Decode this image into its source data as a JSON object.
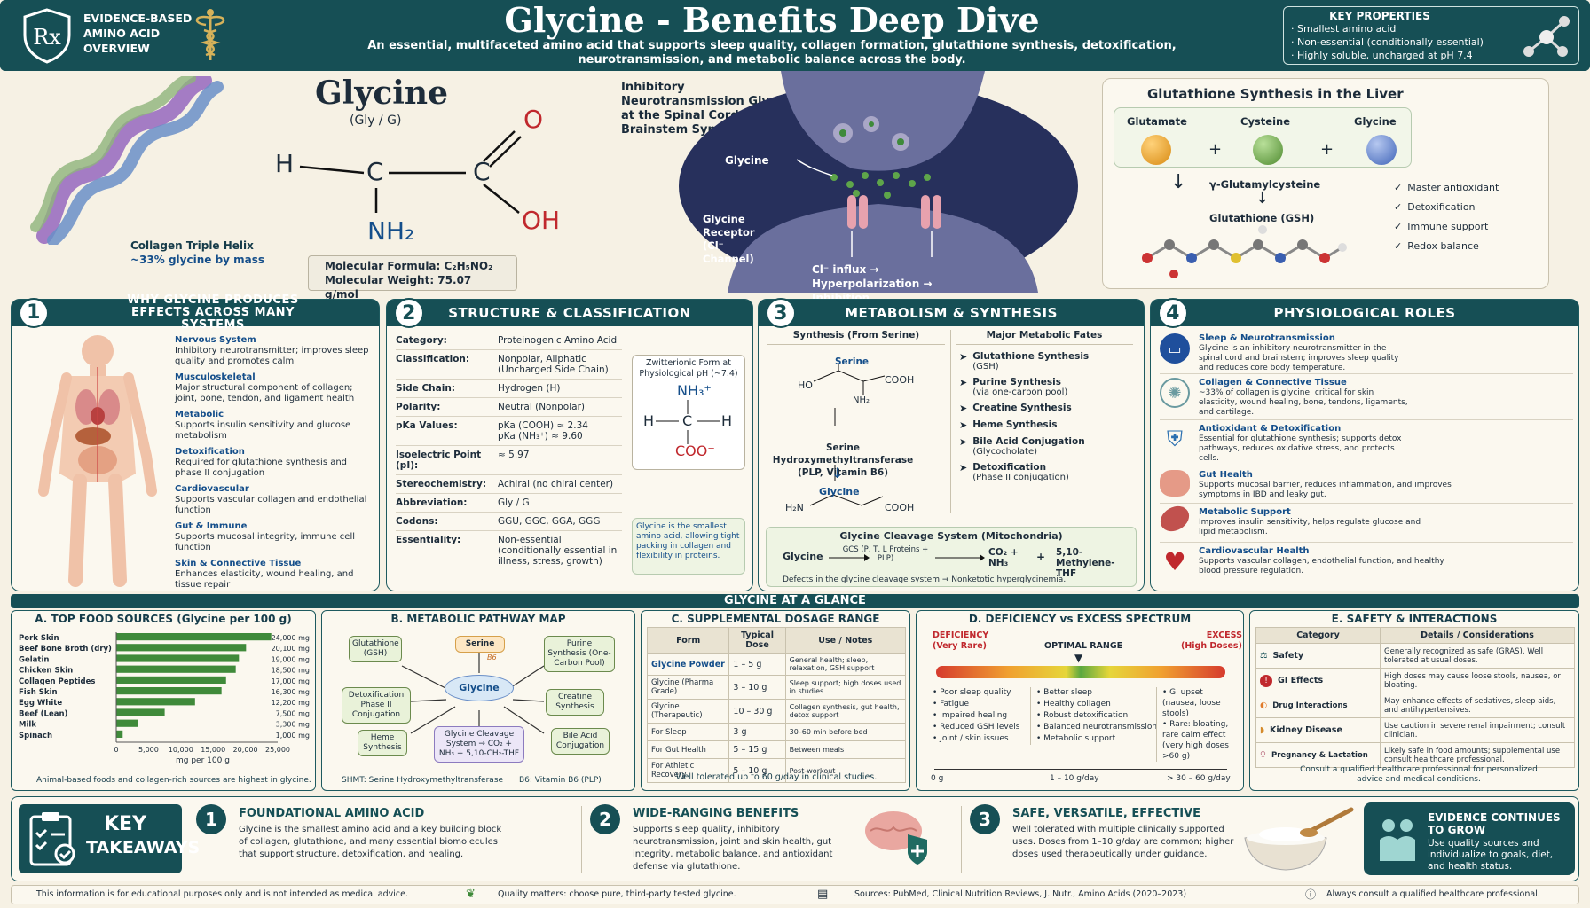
{
  "header": {
    "badge_lines": [
      "EVIDENCE-BASED",
      "AMINO ACID",
      "OVERVIEW"
    ],
    "title": "Glycine - Benefits Deep Dive",
    "subtitle": "An essential, multifaceted amino acid that supports sleep quality, collagen formation, glutathione synthesis, detoxification, neurotransmission, and metabolic balance across the body.",
    "key_props_title": "KEY PROPERTIES",
    "key_props": [
      "· Smallest amino acid",
      "· Non-essential (conditionally essential)",
      "· Highly soluble, uncharged at pH 7.4"
    ]
  },
  "hero": {
    "collagen_label": "Collagen Triple Helix",
    "collagen_sub": "~33% glycine by mass",
    "glycine_title": "Glycine",
    "glycine_abbr": "(Gly / G)",
    "atoms": {
      "h": "H",
      "c1": "C",
      "c2": "C",
      "o": "O",
      "oh": "OH",
      "nh2": "NH₂"
    },
    "formula_label": "Molecular Formula: C₂H₅NO₂",
    "weight_label": "Molecular Weight: 75.07 g/mol",
    "synapse_title": "Inhibitory Neurotransmission Glycine at the Spinal Cord & Brainstem Synapse",
    "synapse_glycine": "Glycine",
    "synapse_receptor": "Glycine Receptor (Cl⁻ Channel)",
    "synapse_note": "Cl⁻ influx → Hyperpolarization → Inhibition",
    "gsh_title": "Glutathione Synthesis in the Liver",
    "gsh_inputs": [
      "Glutamate",
      "Cysteine",
      "Glycine"
    ],
    "gsh_plus": "+",
    "gsh_mid": "γ-Glutamylcysteine",
    "gsh_product": "Glutathione (GSH)",
    "gsh_checks": [
      "Master antioxidant",
      "Detoxification",
      "Immune support",
      "Redox balance"
    ]
  },
  "p1": {
    "num": "1",
    "title": "WHY GLYCINE PRODUCES EFFECTS ACROSS MANY SYSTEMS",
    "items": [
      {
        "t": "Nervous System",
        "d": "Inhibitory neurotransmitter; improves sleep quality and promotes calm"
      },
      {
        "t": "Musculoskeletal",
        "d": "Major structural component of collagen; joint, bone, tendon, and ligament health"
      },
      {
        "t": "Metabolic",
        "d": "Supports insulin sensitivity and glucose metabolism"
      },
      {
        "t": "Detoxification",
        "d": "Required for glutathione synthesis and phase II conjugation"
      },
      {
        "t": "Cardiovascular",
        "d": "Supports vascular collagen and endothelial function"
      },
      {
        "t": "Gut & Immune",
        "d": "Supports mucosal integrity, immune cell function"
      },
      {
        "t": "Skin & Connective Tissue",
        "d": "Enhances elasticity, wound healing, and tissue repair"
      }
    ]
  },
  "p2": {
    "num": "2",
    "title": "STRUCTURE & CLASSIFICATION",
    "rows": [
      {
        "k": "Category:",
        "v": "Proteinogenic Amino Acid"
      },
      {
        "k": "Classification:",
        "v": "Nonpolar, Aliphatic (Uncharged Side Chain)"
      },
      {
        "k": "Side Chain:",
        "v": "Hydrogen (H)"
      },
      {
        "k": "Polarity:",
        "v": "Neutral (Nonpolar)"
      },
      {
        "k": "pKa Values:",
        "v": "pKa (COOH) ≈ 2.34\npKa (NH₃⁺) ≈ 9.60"
      },
      {
        "k": "Isoelectric Point (pI):",
        "v": "≈ 5.97"
      },
      {
        "k": "Stereochemistry:",
        "v": "Achiral (no chiral center)"
      },
      {
        "k": "Abbreviation:",
        "v": "Gly / G"
      },
      {
        "k": "Codons:",
        "v": "GGU, GGC, GGA, GGG"
      },
      {
        "k": "Essentiality:",
        "v": "Non-essential (conditionally essential in illness, stress, growth)"
      }
    ],
    "zw_title": "Zwitterionic Form at Physiological pH (~7.4)",
    "zw": {
      "nh3": "NH₃⁺",
      "h1": "H",
      "c": "C",
      "h2": "H",
      "coo": "COO⁻"
    },
    "note": "Glycine is the smallest amino acid, allowing tight packing in collagen and flexibility in proteins."
  },
  "p3": {
    "num": "3",
    "title": "METABOLISM & SYNTHESIS",
    "col1": "Synthesis (From Serine)",
    "col2": "Major Metabolic Fates",
    "serine": "Serine",
    "ho": "HO",
    "cooh": "COOH",
    "nh2": "NH₂",
    "enzyme": "Serine Hydroxymethyltransferase (PLP, Vitamin B6)",
    "glycine": "Glycine",
    "h2n": "H₂N",
    "cooh2": "COOH",
    "fates": [
      {
        "t": "Glutathione Synthesis",
        "s": "(GSH)"
      },
      {
        "t": "Purine Synthesis",
        "s": "(via one-carbon pool)"
      },
      {
        "t": "Creatine Synthesis",
        "s": ""
      },
      {
        "t": "Heme Synthesis",
        "s": ""
      },
      {
        "t": "Bile Acid Conjugation",
        "s": "(Glycocholate)"
      },
      {
        "t": "Detoxification",
        "s": "(Phase II conjugation)"
      }
    ],
    "gcs_title": "Glycine Cleavage System (Mitochondria)",
    "gcs_glycine": "Glycine",
    "gcs_enzyme": "GCS (P, T, L Proteins + PLP)",
    "gcs_out1": "CO₂ + NH₃",
    "gcs_plus": "+",
    "gcs_out2": "5,10-Methylene-THF",
    "gcs_note": "Defects in the glycine cleavage system → Nonketotic hyperglycinemia."
  },
  "p4": {
    "num": "4",
    "title": "PHYSIOLOGICAL ROLES",
    "roles": [
      {
        "t": "Sleep & Neurotransmission",
        "d": "Glycine is an inhibitory neurotransmitter in the spinal cord and brainstem; improves sleep quality and reduces core body temperature.",
        "icon": "bed-icon"
      },
      {
        "t": "Collagen & Connective Tissue",
        "d": "~33% of collagen is glycine; critical for skin elasticity, wound healing, bone, tendons, ligaments, and cartilage.",
        "icon": "collagen-icon"
      },
      {
        "t": "Antioxidant & Detoxification",
        "d": "Essential for glutathione synthesis; supports detox pathways, reduces oxidative stress, and protects cells.",
        "icon": "shield-icon"
      },
      {
        "t": "Gut Health",
        "d": "Supports mucosal barrier, reduces inflammation, and improves symptoms in IBD and leaky gut.",
        "icon": "gut-icon"
      },
      {
        "t": "Metabolic Support",
        "d": "Improves insulin sensitivity, helps regulate glucose and lipid metabolism.",
        "icon": "muscle-icon"
      },
      {
        "t": "Cardiovascular Health",
        "d": "Supports vascular collagen, endothelial function, and healthy blood pressure regulation.",
        "icon": "heart-icon"
      }
    ]
  },
  "glance": {
    "title": "GLYCINE AT A GLANCE"
  },
  "food": {
    "title": "A. TOP FOOD SOURCES (Glycine per 100 g)",
    "xlabel": "mg per 100 g",
    "ticks": [
      "0",
      "5,000",
      "10,000",
      "15,000",
      "20,000",
      "25,000"
    ],
    "note": "Animal-based foods and collagen-rich sources are highest in glycine."
  },
  "chart_data": {
    "type": "bar",
    "title": "A. TOP FOOD SOURCES (Glycine per 100 g)",
    "xlabel": "mg per 100 g",
    "categories": [
      "Pork Skin",
      "Beef Bone Broth (dry)",
      "Gelatin",
      "Chicken Skin",
      "Collagen Peptides",
      "Fish Skin",
      "Egg White",
      "Beef (Lean)",
      "Milk",
      "Spinach"
    ],
    "values": [
      24000,
      20100,
      19000,
      18500,
      17000,
      16300,
      12200,
      7500,
      3300,
      1000
    ],
    "value_labels": [
      "24,000 mg",
      "20,100 mg",
      "19,000 mg",
      "18,500 mg",
      "17,000 mg",
      "16,300 mg",
      "12,200 mg",
      "7,500 mg",
      "3,300 mg",
      "1,000 mg"
    ],
    "xlim": [
      0,
      25000
    ],
    "color": "#3f8a3a"
  },
  "pathway": {
    "title": "B. METABOLIC PATHWAY MAP",
    "center": "Glycine",
    "nodes": {
      "serine": "Serine",
      "gsh": "Glutathione (GSH)",
      "purine": "Purine Synthesis (One-Carbon Pool)",
      "detox": "Detoxification Phase II Conjugation",
      "creatine": "Creatine Synthesis",
      "heme": "Heme Synthesis",
      "bile": "Bile Acid Conjugation",
      "gcs": "Glycine Cleavage System → CO₂ + NH₃ + 5,10-CH₂-THF"
    },
    "b6": "B6",
    "footer1": "SHMT: Serine Hydroxymethyltransferase",
    "footer2": "B6: Vitamin B6 (PLP)"
  },
  "dosage": {
    "title": "C. SUPPLEMENTAL DOSAGE RANGE",
    "headers": [
      "Form",
      "Typical Dose",
      "Use / Notes"
    ],
    "rows": [
      [
        "Glycine Powder",
        "1 – 5 g",
        "General health; sleep, relaxation, GSH support"
      ],
      [
        "Glycine (Pharma Grade)",
        "3 – 10 g",
        "Sleep support; high doses used in studies"
      ],
      [
        "Glycine (Therapeutic)",
        "10 – 30 g",
        "Collagen synthesis, gut health, detox support"
      ],
      [
        "For Sleep",
        "3 g",
        "30–60 min before bed"
      ],
      [
        "For Gut Health",
        "5 – 15 g",
        "Between meals"
      ],
      [
        "For Athletic Recovery",
        "5 – 10 g",
        "Post-workout"
      ]
    ],
    "note": "Well tolerated up to 60 g/day in clinical studies."
  },
  "spectrum": {
    "title": "D. DEFICIENCY vs EXCESS SPECTRUM",
    "left_t": "DEFICIENCY",
    "left_s": "(Very Rare)",
    "mid_t": "OPTIMAL RANGE",
    "right_t": "EXCESS",
    "right_s": "(High Doses)",
    "left_items": [
      "• Poor sleep quality",
      "• Fatigue",
      "• Impaired healing",
      "• Reduced GSH levels",
      "• Joint / skin issues"
    ],
    "mid_items": [
      "• Better sleep",
      "• Healthy collagen",
      "• Robust detoxification",
      "• Balanced neurotransmission",
      "• Metabolic support"
    ],
    "right_items": [
      "• GI upset (nausea, loose stools)",
      "• Rare: bloating, rare calm effect (very high doses >60 g)"
    ],
    "axis": [
      "0 g",
      "1 – 10 g/day",
      "> 30 – 60 g/day"
    ]
  },
  "safety": {
    "title": "E. SAFETY & INTERACTIONS",
    "headers": [
      "Category",
      "Details / Considerations"
    ],
    "rows": [
      {
        "c": "Safety",
        "d": "Generally recognized as safe (GRAS). Well tolerated at usual doses.",
        "icon": "scale-icon"
      },
      {
        "c": "GI Effects",
        "d": "High doses may cause loose stools, nausea, or bloating.",
        "icon": "alert-icon"
      },
      {
        "c": "Drug Interactions",
        "d": "May enhance effects of sedatives, sleep aids, and antihypertensives.",
        "icon": "pills-icon"
      },
      {
        "c": "Kidney Disease",
        "d": "Use caution in severe renal impairment; consult clinician.",
        "icon": "kidney-icon"
      },
      {
        "c": "Pregnancy & Lactation",
        "d": "Likely safe in food amounts; supplemental use consult healthcare professional.",
        "icon": "pregnancy-icon"
      }
    ],
    "note": "Consult a qualified healthcare professional for personalized advice and medical conditions."
  },
  "takeaways": {
    "title1": "KEY",
    "title2": "TAKEAWAYS",
    "items": [
      {
        "n": "1",
        "t": "FOUNDATIONAL AMINO ACID",
        "d": "Glycine is the smallest amino acid and a key building block of collagen, glutathione, and many essential biomolecules that support structure, detoxification, and healing."
      },
      {
        "n": "2",
        "t": "WIDE-RANGING BENEFITS",
        "d": "Supports sleep quality, inhibitory neurotransmission, joint and skin health, gut integrity, metabolic balance, and antioxidant defense via glutathione."
      },
      {
        "n": "3",
        "t": "SAFE, VERSATILE, EFFECTIVE",
        "d": "Well tolerated with multiple clinically supported uses. Doses from 1–10 g/day are common; higher doses used therapeutically under guidance."
      }
    ],
    "evidence_t": "EVIDENCE CONTINUES TO GROW",
    "evidence_d": "Use quality sources and individualize to goals, diet, and health status."
  },
  "footer": {
    "disclaimer": "This information is for educational purposes only and is not intended as medical advice.",
    "quality": "Quality matters: choose pure, third-party tested glycine.",
    "sources": "Sources: PubMed, Clinical Nutrition Reviews, J. Nutr., Amino Acids (2020–2023)",
    "consult": "Always consult a qualified healthcare professional."
  },
  "colors": {
    "teal": "#164f55",
    "cream": "#f6f1e4",
    "blue": "#144e8a",
    "red": "#c0282d",
    "green": "#3f8a3a"
  }
}
